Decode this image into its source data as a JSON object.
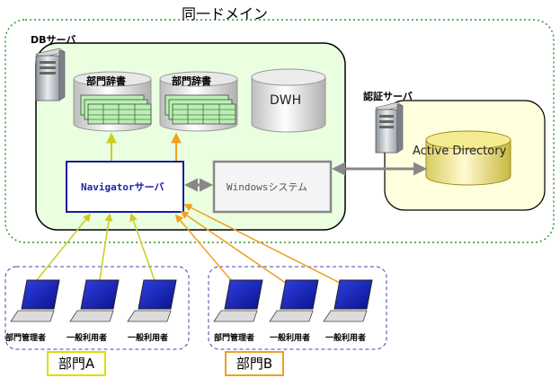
{
  "domain": {
    "title": "同一ドメイン"
  },
  "db_server": {
    "title": "DBサーバ",
    "dict1": "部門辞書",
    "dict2": "部門辞書",
    "dwh": "DWH"
  },
  "auth_server": {
    "title": "認証サーバ",
    "ad": "Active Directory"
  },
  "navigator": {
    "label": "Navigatorサーバ"
  },
  "windows_system": {
    "label": "Windowsシステム"
  },
  "dept_a": {
    "label": "部門A",
    "users": [
      "部門管理者",
      "一般利用者",
      "一般利用者"
    ]
  },
  "dept_b": {
    "label": "部門B",
    "users": [
      "部門管理者",
      "一般利用者",
      "一般利用者"
    ]
  },
  "colors": {
    "domain_border": "#2a9a2a",
    "db_fill": "#eaffe0",
    "auth_fill": "#ffffdd",
    "navigator_border": "#1a1aa0",
    "windows_border": "#888888",
    "arrow_yellow": "#cccc22",
    "arrow_orange": "#f0a020",
    "arrow_gray": "#888888",
    "dept_a_accent": "#dddd00",
    "dept_b_accent": "#f0a020"
  }
}
